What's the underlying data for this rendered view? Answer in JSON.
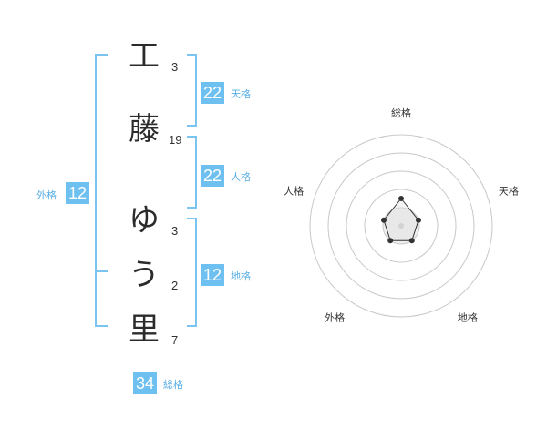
{
  "name": {
    "characters": [
      {
        "char": "工",
        "strokes": "3"
      },
      {
        "char": "藤",
        "strokes": "19"
      },
      {
        "char": "ゆ",
        "strokes": "3"
      },
      {
        "char": "う",
        "strokes": "2"
      },
      {
        "char": "里",
        "strokes": "7"
      }
    ]
  },
  "fortune": {
    "tenkaku": {
      "value": "22",
      "label": "天格"
    },
    "jinkaku": {
      "value": "22",
      "label": "人格"
    },
    "chikaku": {
      "value": "12",
      "label": "地格"
    },
    "gaikaku": {
      "value": "12",
      "label": "外格"
    },
    "soukaku": {
      "value": "34",
      "label": "総格"
    }
  },
  "chart_data": {
    "type": "radar",
    "axes": [
      "総格",
      "天格",
      "地格",
      "外格",
      "人格"
    ],
    "values": [
      1.5,
      1,
      1,
      1,
      1
    ],
    "max": 5,
    "colors": {
      "bracket": "#7cc4f0",
      "box": "#6ec0f0",
      "ring": "#c8c8c8",
      "line": "#333333"
    }
  }
}
